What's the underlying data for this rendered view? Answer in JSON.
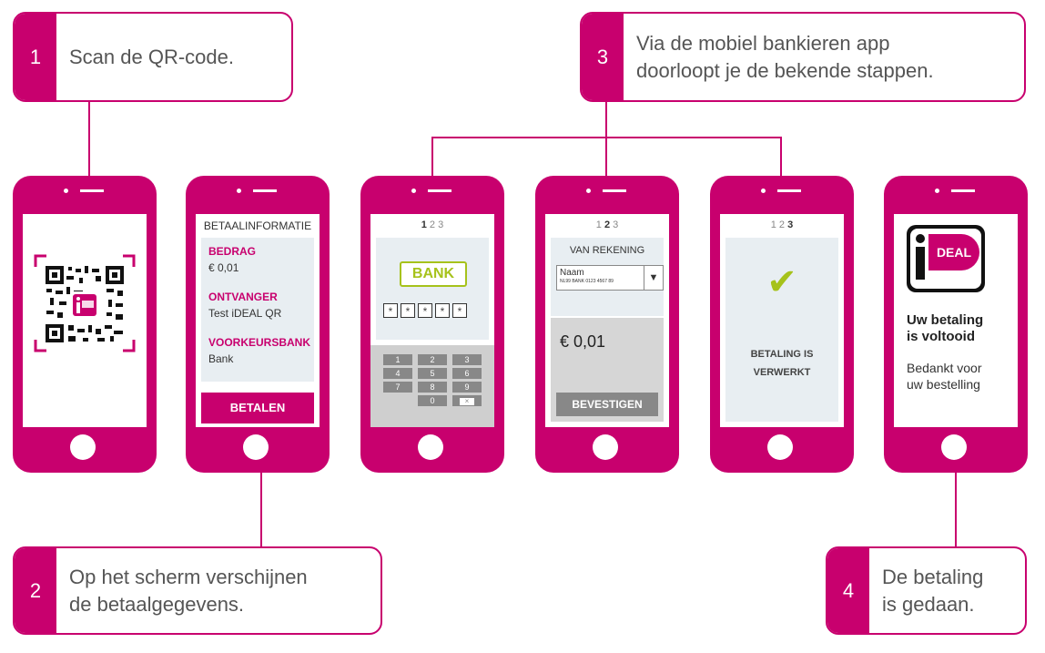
{
  "callouts": [
    {
      "num": "1",
      "text": "Scan de QR-code."
    },
    {
      "num": "2",
      "text": "Op het scherm verschijnen\nde betaalgegevens."
    },
    {
      "num": "3",
      "text": "Via de mobiel bankieren app\ndoorloopt je de bekende stappen."
    },
    {
      "num": "4",
      "text": "De betaling\nis gedaan."
    }
  ],
  "phone2": {
    "title": "BETAALINFORMATIE",
    "amount_label": "BEDRAG",
    "amount": "€ 0,01",
    "recipient_label": "ONTVANGER",
    "recipient": "Test iDEAL QR",
    "bank_label": "VOORKEURSBANK",
    "bank": "Bank",
    "pay_button": "BETALEN"
  },
  "phone3": {
    "step_active": "1",
    "step_rest": " 2 3",
    "bank_label": "BANK",
    "pin": [
      "*",
      "*",
      "*",
      "*",
      "*"
    ],
    "keys": [
      "1",
      "2",
      "3",
      "4",
      "5",
      "6",
      "7",
      "8",
      "9",
      "0",
      "×"
    ]
  },
  "phone4": {
    "steps_pre": "1 ",
    "step_active": "2",
    "steps_post": " 3",
    "from_label": "VAN REKENING",
    "account_name": "Naam",
    "account_number": "NL99 BANK 0123 4567 89",
    "dropdown": "▼",
    "amount": "€ 0,01",
    "confirm_button": "BEVESTIGEN"
  },
  "phone5": {
    "steps_pre": "1 2 ",
    "step_active": "3",
    "checkmark": "✔",
    "status_line1": "BETALING IS",
    "status_line2": "VERWERKT"
  },
  "phone6": {
    "logo_text": "DEAL",
    "done_title": "Uw betaling\nis voltooid",
    "thanks": "Bedankt voor\nuw bestelling"
  },
  "colors": {
    "brand": "#c8006e",
    "check": "#a6c21b"
  }
}
